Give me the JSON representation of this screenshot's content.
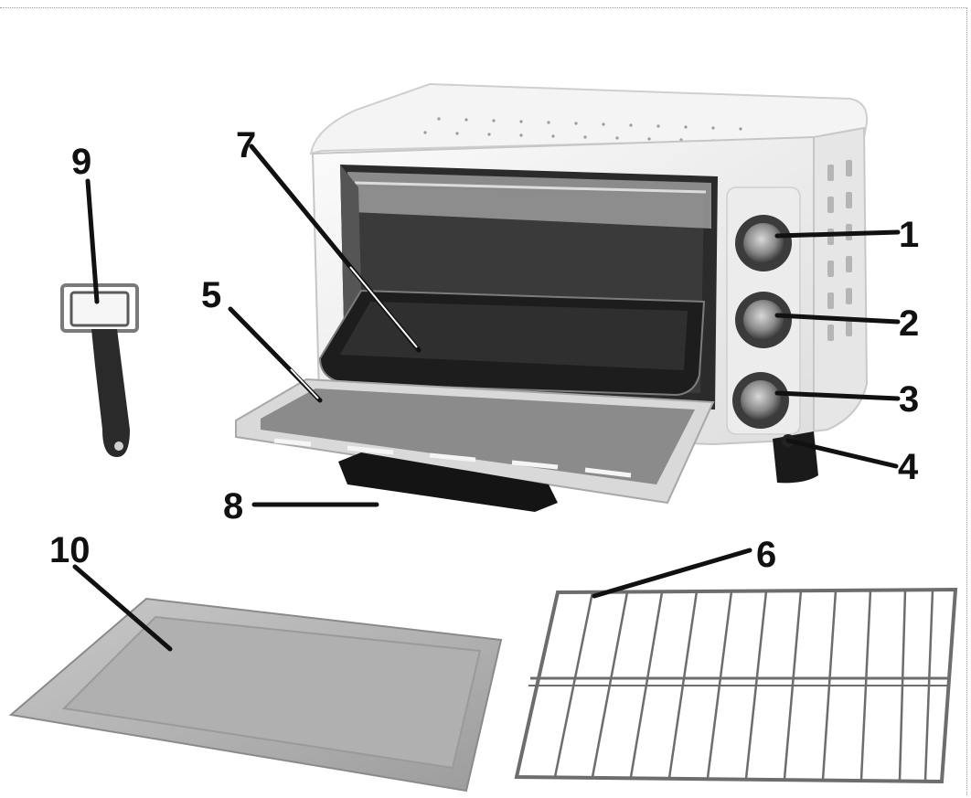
{
  "labels": {
    "n1": "1",
    "n2": "2",
    "n3": "3",
    "n4": "4",
    "n5": "5",
    "n6": "6",
    "n7": "7",
    "n8": "8",
    "n9": "9",
    "n10": "10"
  },
  "colors": {
    "ink": "#111111",
    "oven_body": "#f2f2f2",
    "dark_interior": "#2a2a2a",
    "tray_grey": "#bdbdbd",
    "rack_metal": "#7a7a7a"
  }
}
